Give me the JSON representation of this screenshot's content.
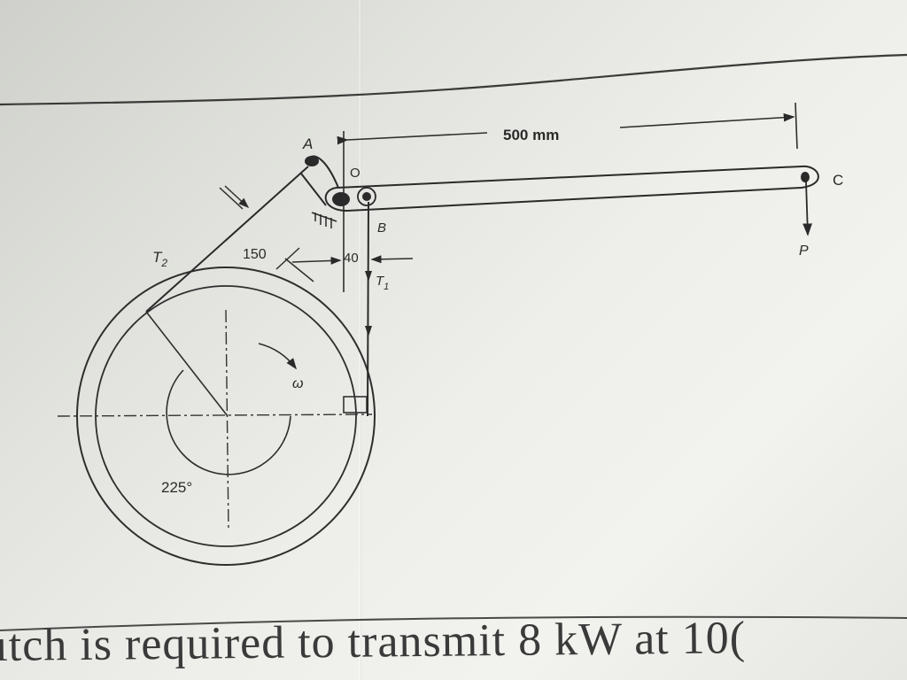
{
  "figure": {
    "dimension_length": "500 mm",
    "dimension_radius": "150",
    "dimension_offset": "40",
    "angle_of_wrap": "225°",
    "points": {
      "pivot": "O",
      "anchor": "A",
      "band_end": "B",
      "lever_end": "C"
    },
    "forces": {
      "applied_load": "P",
      "tight_tension": "T",
      "tight_tension_sub": "2",
      "slack_tension": "T",
      "slack_tension_sub": "1"
    },
    "rotation": "ω"
  },
  "text": {
    "bottom_line": "ıtch is required to transmit 8 kW at 10("
  }
}
